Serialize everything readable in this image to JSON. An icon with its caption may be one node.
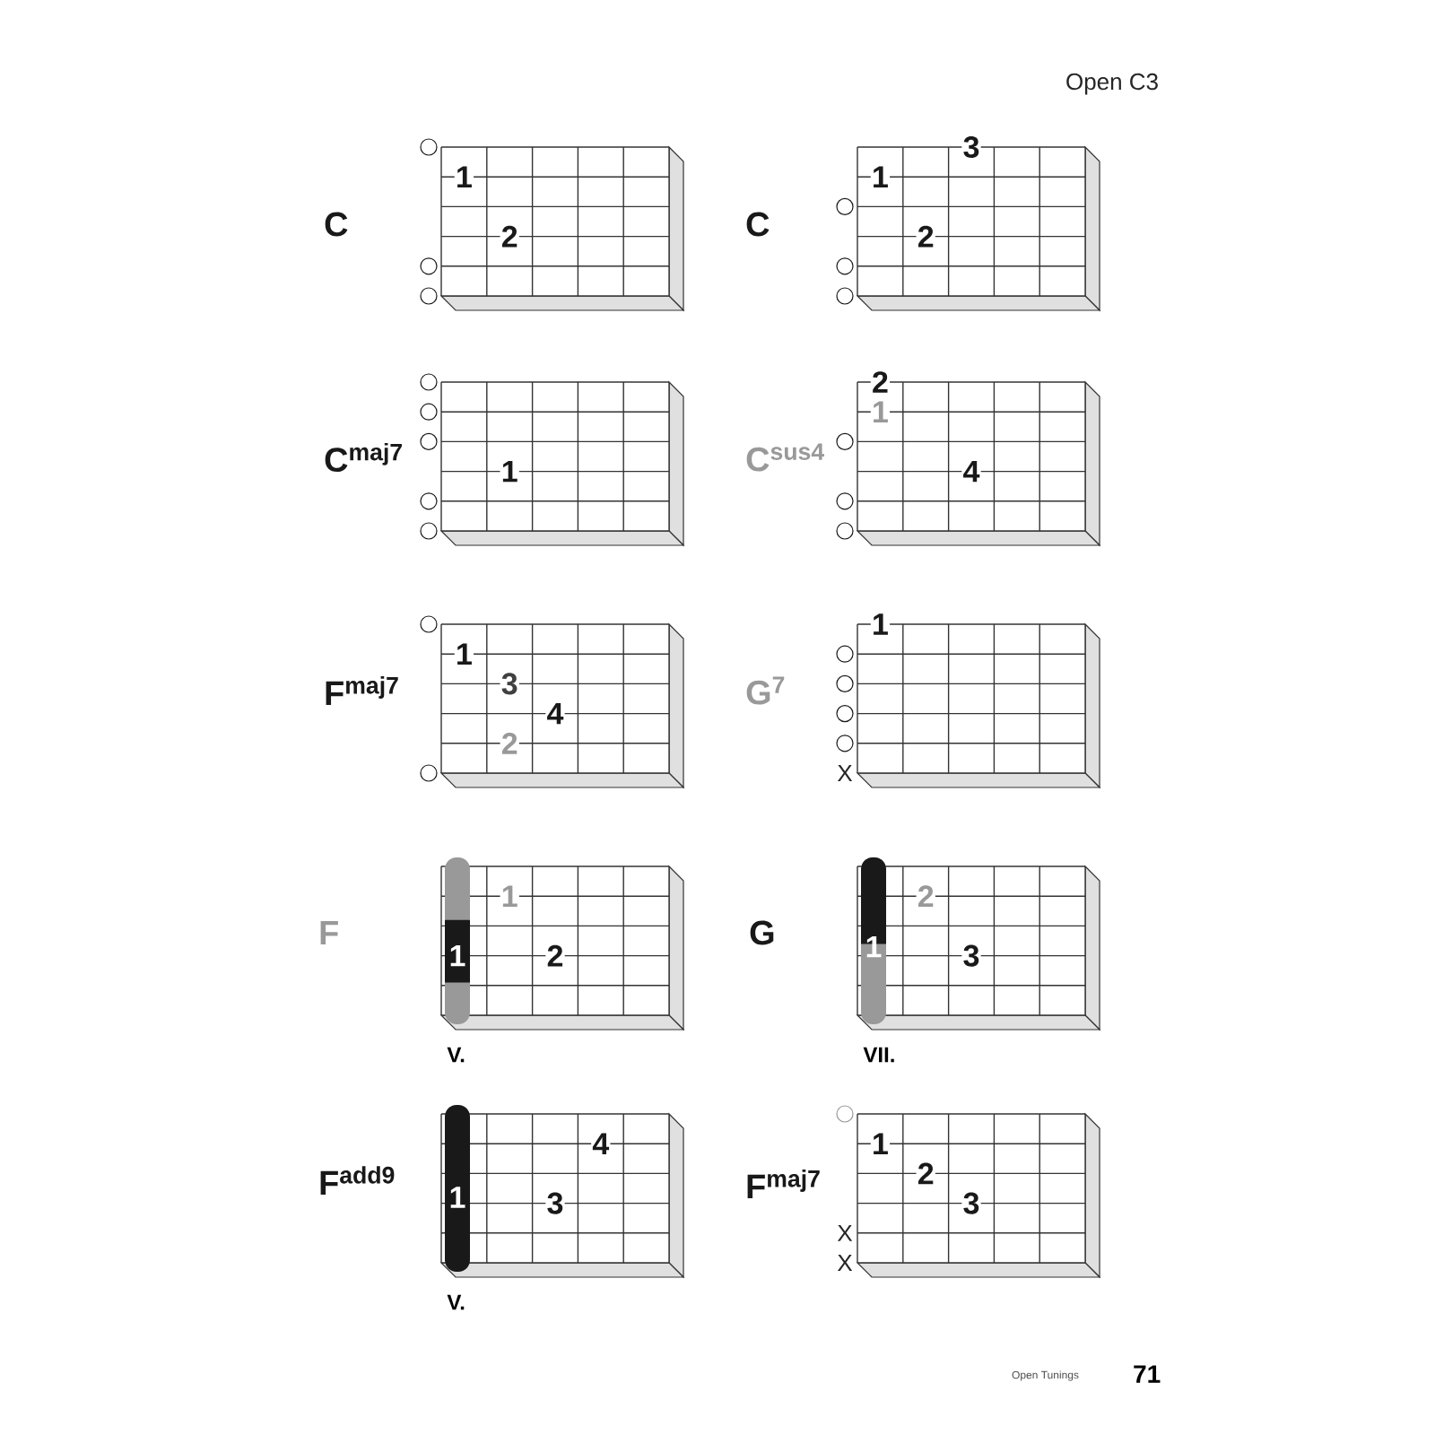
{
  "diagram": {
    "title": "Open C3",
    "labels": [
      "C",
      "1",
      "2",
      "C",
      "3",
      "1",
      "2",
      "C$^{maj7}$",
      "1",
      "C$^{sus4}$",
      "2",
      "1",
      "4",
      "F$^{maj7}$",
      "1",
      "3",
      "4",
      "2",
      "G$^{7}$",
      "1",
      "X",
      "F",
      "1",
      "1",
      "2",
      "V.",
      "G",
      "2",
      "1",
      "3",
      "VII.",
      "F$^{add9}$",
      "4",
      "1",
      "3",
      "V.",
      "F$^{maj7}$",
      "1",
      "2",
      "3",
      "X",
      "X",
      "Open Tunings",
      "71"
    ]
  }
}
